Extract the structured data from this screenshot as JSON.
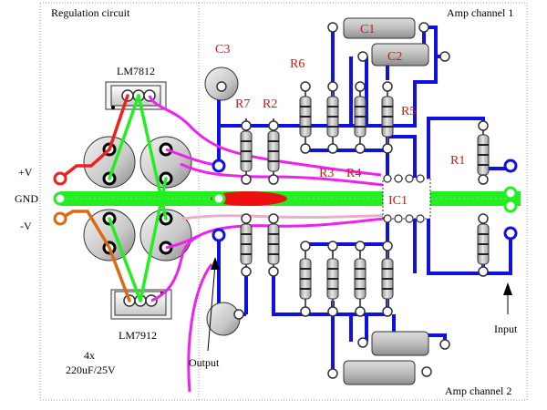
{
  "sections": {
    "regulation": "Regulation circuit",
    "amp1": "Amp channel 1",
    "amp2": "Amp channel 2"
  },
  "regulators": {
    "pos": "LM7812",
    "neg": "LM7912"
  },
  "rails": {
    "pos": "+V",
    "gnd": "GND",
    "neg": "-V"
  },
  "caps_note": {
    "count": "4x",
    "spec": "220uF/25V"
  },
  "io": {
    "output": "Output",
    "input": "Input"
  },
  "parts": {
    "c1": "C1",
    "c2": "C2",
    "c3": "C3",
    "r1": "R1",
    "r2": "R2",
    "r3": "R3",
    "r4": "R4",
    "r5": "R5",
    "r6": "R6",
    "r7": "R7",
    "ic1": "IC1"
  },
  "colors": {
    "blue_trace": "#1010e0",
    "green_gnd": "#22ee22",
    "magenta_wire": "#ee22ee",
    "red_wire": "#ee2020",
    "orange_wire": "#dd6a10",
    "pink_wire": "#e8b0c8",
    "label_red": "#e01010"
  }
}
